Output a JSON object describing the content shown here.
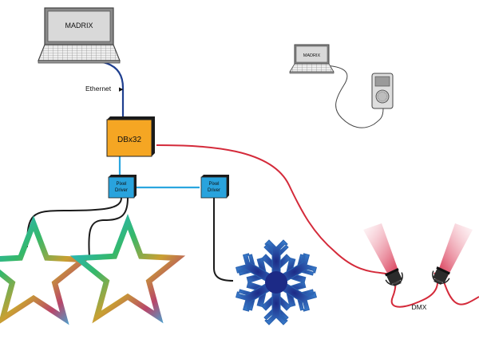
{
  "labels": {
    "madrix_main": "MADRIX",
    "madrix_small": "MADRIX",
    "ethernet": "Ethernet",
    "ethernet_arrow": "▶",
    "dbx32": "DBx32",
    "pixel_driver_1_line1": "Pixel",
    "pixel_driver_1_line2": "Driver",
    "pixel_driver_2_line1": "Pixel",
    "pixel_driver_2_line2": "Driver",
    "dmx": "DMX"
  },
  "colors": {
    "ethernet_cable": "#1f3f8f",
    "dmx_cable": "#d42a3a",
    "pixel_link": "#2aa6df",
    "controller_face": "#f5a623",
    "driver_face": "#29a3dd",
    "snowflake": "#2a62b0",
    "spot_beam": "#e0304a"
  },
  "icons": {
    "laptop": "laptop-icon",
    "mp3_player": "media-player-icon",
    "star": "star-icon",
    "snowflake": "snowflake-icon",
    "spotlight": "spotlight-icon"
  }
}
